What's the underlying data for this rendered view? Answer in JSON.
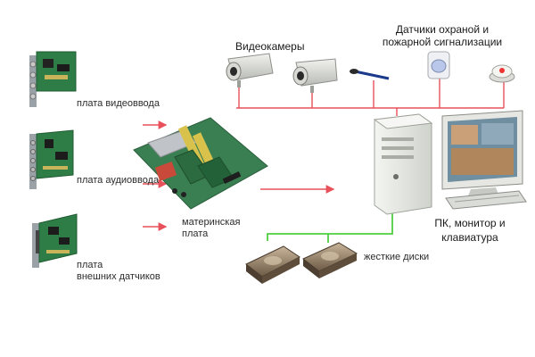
{
  "labels": {
    "video_board": "плата видеоввода",
    "audio_board": "плата аудиоввода",
    "sensors_board_line1": "плата",
    "sensors_board_line2": "внешних датчиков",
    "motherboard_line1": "материнская",
    "motherboard_line2": "плата",
    "cameras": "Видеокамеры",
    "sensors_line1": "Датчики охраной и",
    "sensors_line2": "пожарной сигнализации",
    "pc_line1": "ПК, монитор и",
    "pc_line2": "клавиатура",
    "hard_disks": "жесткие диски"
  },
  "colors": {
    "link_red": "#e8505a",
    "link_green": "#4fcf3f",
    "board_green": "#2f7d46",
    "case_beige": "#e9ebe6"
  }
}
